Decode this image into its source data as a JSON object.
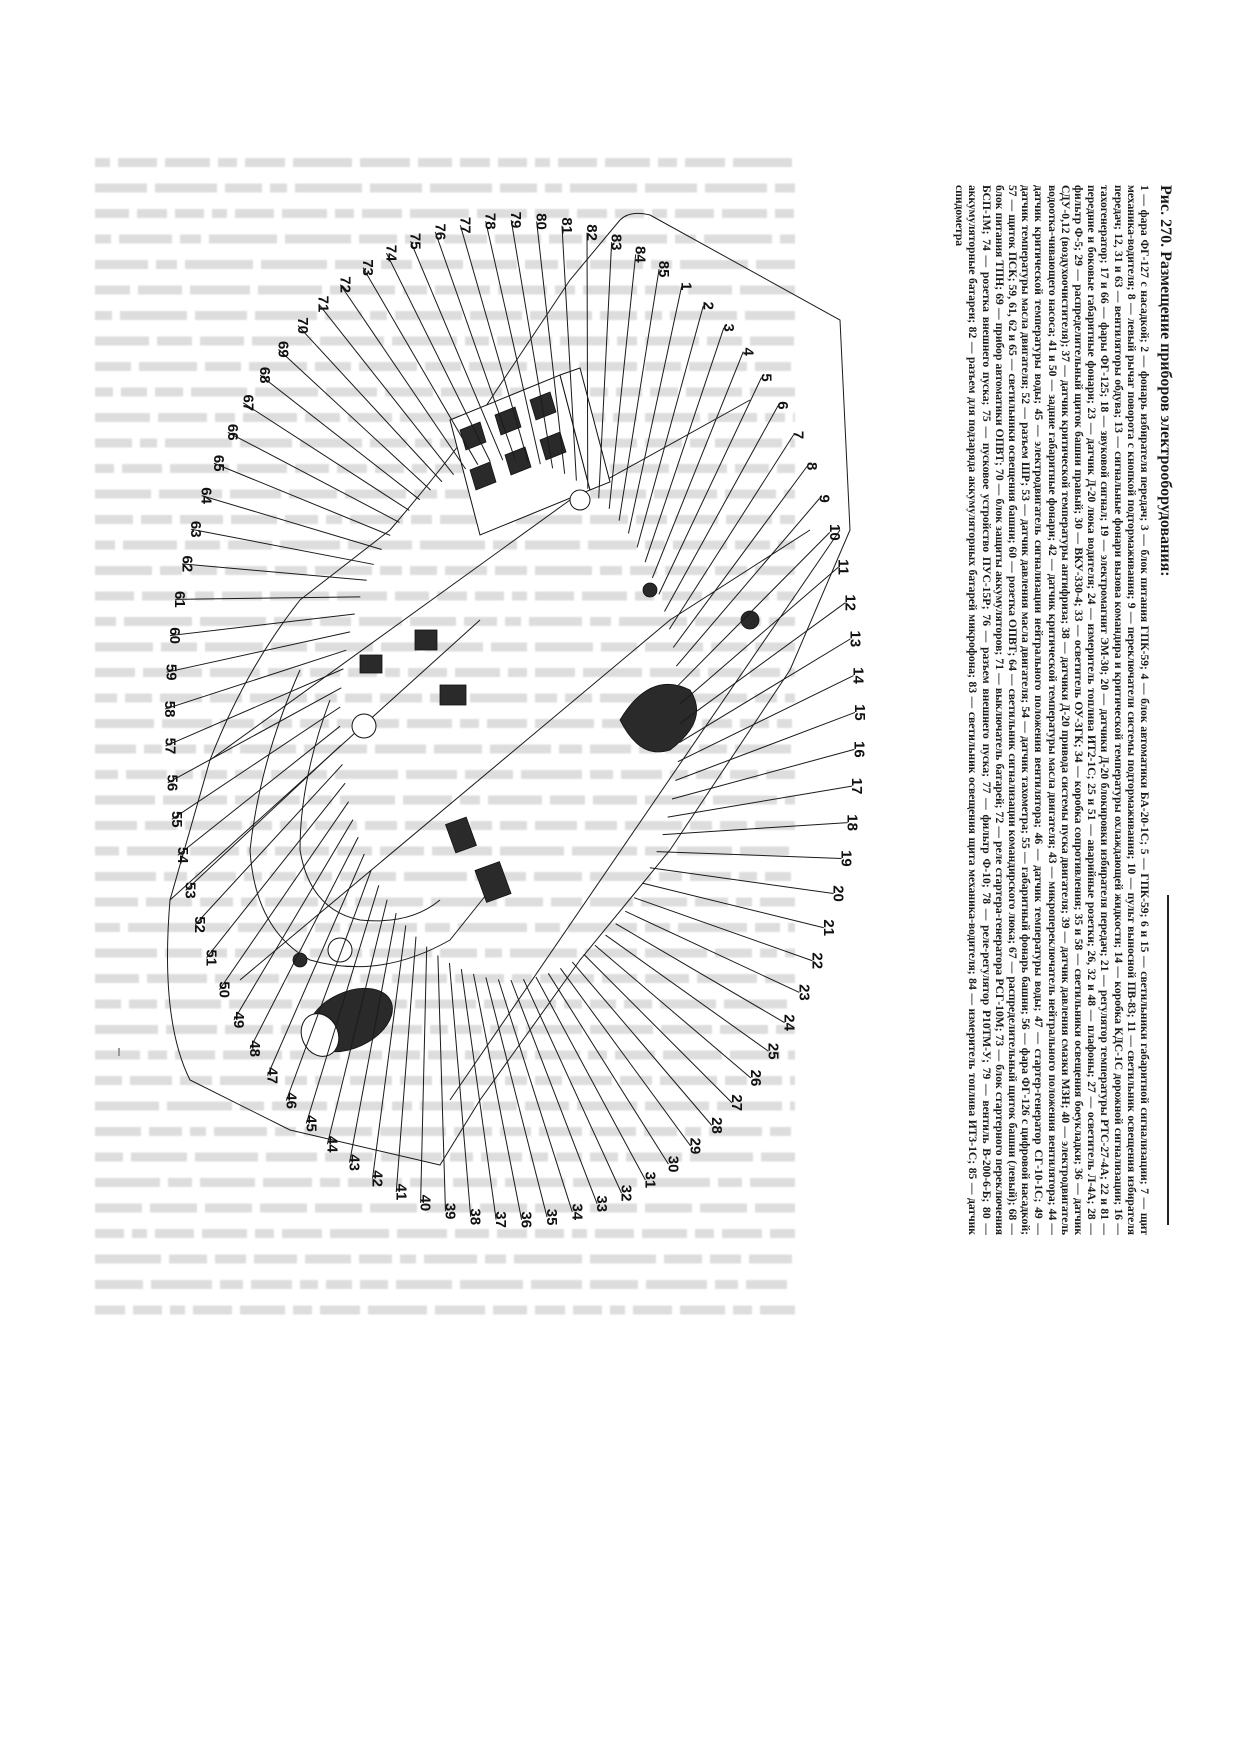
{
  "figure": {
    "title": "Рис. 270. Размещение приборов электрооборудования:",
    "caption": "1 — фара ФГ-127 с насадкой; 2 — фонарь избирателя передач; 3 — блок питания ГПК-59; 4 — блок автоматики БА-20-1С; 5 — ГПК-59; 6 и 15 — светильники габаритной сигнализации; 7 — щит механика-водителя; 8 — левый рычаг поворота с кнопкой подтормаживания; 9 — переключатели системы подтормаживания; 10 — пульт выносной ПВ-83; 11 — светильник освещения избирателя передач; 12, 31 и 63 — вентиляторы обдува; 13 — сигнальные фонари вызова командира и критической температуры охлаждающей жидкости; 14 — коробка КДС-1С дорожной сигнализации; 16 — тахогенератор; 17 и 66 — фары ФГ-125; 18 — звуковой сигнал; 19 — электромагнит ЭМ-30; 20 — датчики Д-20 блокировки избирателя передач; 21 — регулятор температуры РТС-27-4А; 22 и 81 — передние и боковые габаритные фонари; 23 — датчик Д-20 люка водителя; 24 — измеритель топлива ИТ2-1С; 25 и 51 — аварийные розетки; 26, 32 и 48 — плафоны; 27 — осветитель Л-4А; 28 — фильтр Ф-5; 29 — распределительный щиток башни правый; 30 — ВКУ-330-4; 33 — осветитель ОУ-3ГК; 34 — коробка сопротивления; 35 и 58 — светильники освещения боеукладки; 36 — датчик СДУ-0,12 (воздухоочистителя); 37 — датчик критической температуры антифриза; 38 — датчики Д-20 привода системы пуска двигателя; 39 — датчик давления смазки МЗН; 40 — электродвигатель водоотка-чивающего насоса; 41 и 50 — задние габаритные фонари; 42 — датчик критической температуры масла двигателя; 43 — микропереключатель нейтрального положения вентилятора; 44 — датчик критической температуры воды; 45 — электродвигатель сигнализации нейтрального положения вентилятора; 46 — датчик температуры воды; 47 — стартер-генератор СГ-10-1С; 49 — датчик температуры масла двигателя; 52 — разъем ШР; 53 — датчик давления масла двигателя; 54 — датчик тахометра; 55 — габаритный фонарь башни; 56 — фара ФГ-126 с цифровой насадкой; 57 — щиток ПСК; 59, 61, 62 и 65 — светильники освещения башни; 60 — розетка ОПВТ; 64 — светильник сигнализации командирского люка; 67 — распределительный щиток башни (левый); 68 — блок питания ТПН; 69 — прибор автоматики ОПВТ; 70 — блок защиты аккумуляторов; 71 — выключатель батарей; 72 — реле стартера-генератора РСГ-10М; 73 — блок стартерного переключения БСП-1М; 74 — розетка внешнего пуска; 75 — пусковое устройство ПУС-15Р; 76 — разъем внешнего пуска; 77 — фильтр Ф-10; 78 — реле-регулятор Р10ТМ-У; 79 — вентиль В-200-6-Б; 80 — аккумуляторные батареи; 82 — разъем для подзаряда аккумуляторных батарей микрофона; 83 — светильник освещения щита механика-водителя; 84 — измеритель топлива ИТ3-1С; 85 — датчик спидометра"
  },
  "drawing": {
    "labels": [
      "1",
      "2",
      "3",
      "4",
      "5",
      "6",
      "7",
      "8",
      "9",
      "10",
      "11",
      "12",
      "13",
      "14",
      "15",
      "16",
      "17",
      "18",
      "19",
      "20",
      "21",
      "22",
      "23",
      "24",
      "25",
      "26",
      "27",
      "28",
      "29",
      "30",
      "31",
      "32",
      "33",
      "34",
      "35",
      "36",
      "37",
      "38",
      "39",
      "40",
      "41",
      "42",
      "43",
      "44",
      "45",
      "46",
      "47",
      "48",
      "49",
      "50",
      "51",
      "52",
      "53",
      "54",
      "55",
      "56",
      "57",
      "58",
      "59",
      "60",
      "61",
      "62",
      "63",
      "64",
      "65",
      "66",
      "67",
      "68",
      "69",
      "70",
      "71",
      "72",
      "73",
      "74",
      "75",
      "76",
      "77",
      "78",
      "79",
      "80",
      "81",
      "82",
      "83",
      "84",
      "85"
    ]
  }
}
